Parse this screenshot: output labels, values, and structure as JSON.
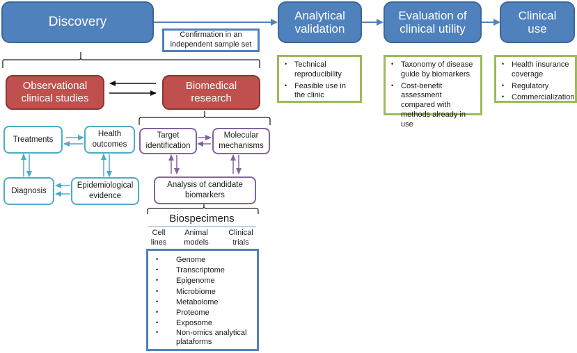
{
  "colors": {
    "stage_blue": "#4f81bd",
    "study_red": "#c0504d",
    "clinical_teal": "#4bacc6",
    "research_purple": "#8064a2",
    "criteria_green": "#9bbb59"
  },
  "pipeline": {
    "stages": [
      {
        "id": "discovery",
        "label": "Discovery"
      },
      {
        "id": "analytical-validation",
        "label": "Analytical validation"
      },
      {
        "id": "clinical-utility",
        "label": "Evaluation of clinical utility"
      },
      {
        "id": "clinical-use",
        "label": "Clinical use"
      }
    ],
    "confirmation_note": "Confirmation in an independent sample set",
    "criteria": {
      "analytical_validation": [
        "Technical reproducibility",
        "Feasible use in the clinic"
      ],
      "clinical_utility": [
        "Taxonomy of disease guide by biomarkers",
        "Cost-benefit assessment compared with methods already in use"
      ],
      "clinical_use": [
        "Health insurance coverage",
        "Regulatory",
        "Commercialization"
      ]
    }
  },
  "discovery": {
    "observational": {
      "title": "Observational clinical studies",
      "nodes": {
        "treatments": "Treatments",
        "health_outcomes": "Health outcomes",
        "diagnosis": "Diagnosis",
        "epidemiological": "Epidemiological evidence"
      }
    },
    "biomedical": {
      "title": "Biomedical research",
      "nodes": {
        "target": "Target identification",
        "molecular": "Molecular mechanisms",
        "analysis": "Analysis of candidate biomarkers"
      }
    }
  },
  "biospecimens": {
    "title": "Biospecimens",
    "sources": [
      "Cell lines",
      "Animal models",
      "Clinical trials"
    ],
    "omics": [
      "Genome",
      "Transcriptome",
      "Epigenome",
      "Microbiome",
      "Metabolome",
      "Proteome",
      "Exposome",
      "Non-omics analytical plataforms"
    ]
  }
}
